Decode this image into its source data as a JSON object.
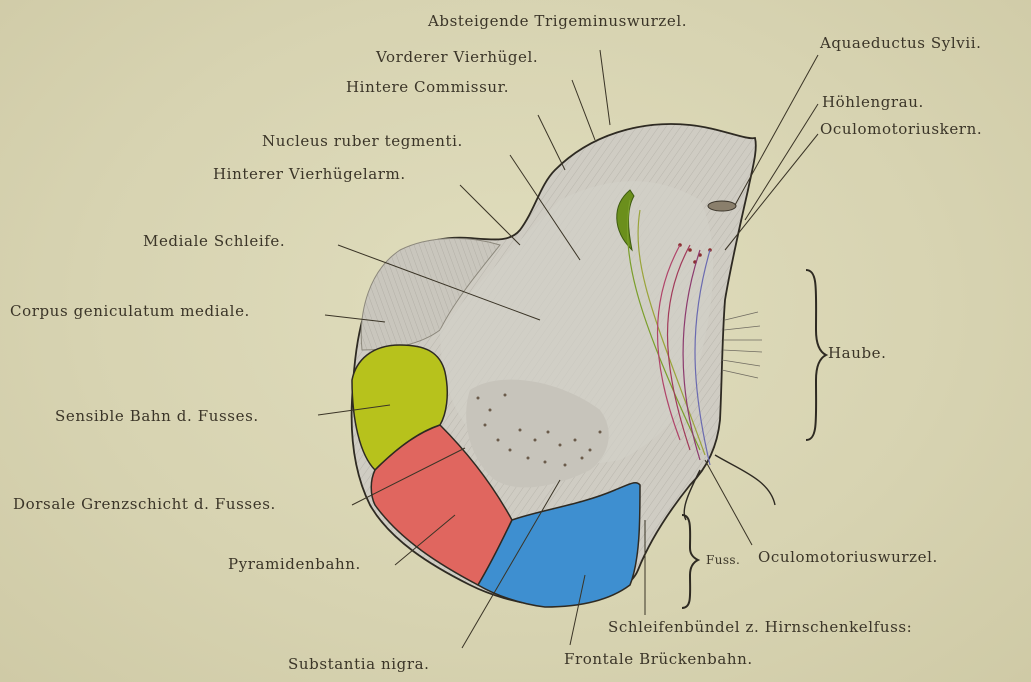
{
  "labels": {
    "absteigende": "Absteigende Trigeminuswurzel.",
    "vorderer": "Vorderer Vierhügel.",
    "hintere_commissur": "Hintere Commissur.",
    "nucleus_ruber": "Nucleus ruber tegmenti.",
    "hinterer_arm": "Hinterer Vierhügelarm.",
    "mediale_schleife": "Mediale Schleife.",
    "corpus_geniculatum": "Corpus geniculatum mediale.",
    "sensible_bahn": "Sensible Bahn d. Fusses.",
    "dorsale_grenzschicht": "Dorsale Grenzschicht d. Fusses.",
    "pyramidenbahn": "Pyramidenbahn.",
    "substantia_nigra": "Substantia nigra.",
    "frontale_brueckenbahn": "Frontale Brückenbahn.",
    "schleifenbuendel": "Schleifenbündel z. Hirnschenkelfuss:",
    "oculomotoriuswurzel": "Oculomotoriuswurzel.",
    "fuss": "Fuss.",
    "haube": "Haube.",
    "aquaeductus": "Aquaeductus Sylvii.",
    "hoehlengrau": "Höhlengrau.",
    "oculomotoriuskern": "Oculomotoriuskern."
  },
  "colors": {
    "sensible_bahn": "#b7c21c",
    "pyramidenbahn": "#e0665f",
    "frontale_brueckenbahn": "#3e8fd0",
    "tissue": "#cdcbc2",
    "outline": "#2e2a22"
  }
}
